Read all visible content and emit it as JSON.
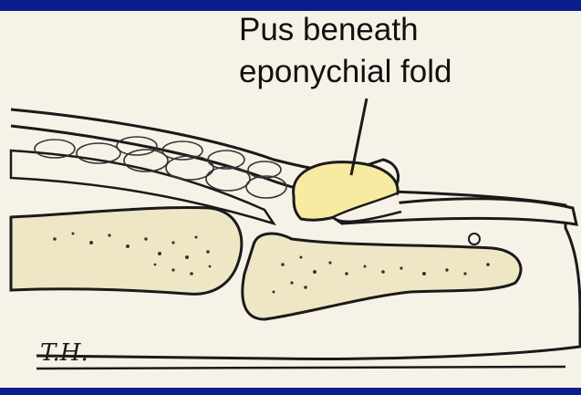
{
  "annotation": {
    "line1": "Pus beneath",
    "line2": "eponychial fold"
  },
  "signature": "T.H.",
  "colors": {
    "frame": "#0a1e8c",
    "background": "#f7f2e8",
    "bone": "#efe6c6",
    "pus": "#f6eba0",
    "outline": "#1a1a1a"
  }
}
